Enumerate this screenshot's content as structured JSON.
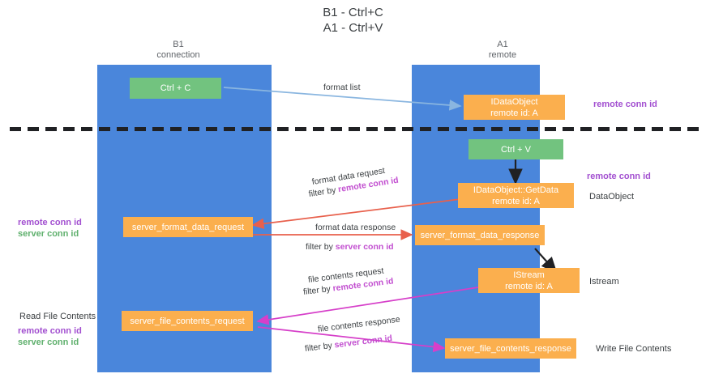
{
  "title": {
    "line1": "B1 - Ctrl+C",
    "line2": "A1 - Ctrl+V"
  },
  "columns": [
    {
      "name": "B1",
      "sub": "connection"
    },
    {
      "name": "A1",
      "sub": "remote"
    }
  ],
  "nodes": {
    "ctrl_c": {
      "label": "Ctrl + C",
      "sub": ""
    },
    "idataobject_top": {
      "label": "IDataObject",
      "sub": "remote id: A"
    },
    "ctrl_v": {
      "label": "Ctrl + V",
      "sub": ""
    },
    "getdata": {
      "label": "IDataObject::GetData",
      "sub": "remote id: A"
    },
    "fmt_req": {
      "label": "server_format_data_request",
      "sub": ""
    },
    "fmt_resp": {
      "label": "server_format_data_response",
      "sub": ""
    },
    "istream": {
      "label": "IStream",
      "sub": "remote id: A"
    },
    "file_req": {
      "label": "server_file_contents_request",
      "sub": ""
    },
    "file_resp": {
      "label": "server_file_contents_response",
      "sub": ""
    }
  },
  "edge_labels": {
    "format_list": "format list",
    "format_data_request": "format data request",
    "format_data_req_filter_prefix": "filter by ",
    "format_data_req_filter_key": "remote conn id",
    "format_data_response": "format data response",
    "format_data_resp_filter_prefix": "filter by ",
    "format_data_resp_filter_key": "server conn id",
    "file_contents_request": "file contents request",
    "file_req_filter_prefix": "filter by ",
    "file_req_filter_key": "remote conn id",
    "file_contents_response": "file contents response",
    "file_resp_filter_prefix": "filter by ",
    "file_resp_filter_key": "server conn id"
  },
  "annotations": {
    "left_mid_remote": "remote conn id",
    "left_mid_server": "server conn id",
    "left_read_file": "Read File Contents",
    "left_low_remote": "remote conn id",
    "left_low_server": "server conn id",
    "right_top_remote": "remote conn id",
    "right_mid_remote": "remote conn id",
    "right_dataobject": "DataObject",
    "right_istream": "Istream",
    "right_write_file": "Write File Contents"
  },
  "colors": {
    "lane": "#4a86db",
    "green_node": "#72c37f",
    "orange_node": "#fbaf4e",
    "purple_text": "#a24fd0",
    "green_text": "#5fb06d",
    "red_arrow": "#e8604c",
    "magenta_arrow": "#d63fc9",
    "blue_arrow": "#8ab6e0",
    "black_arrow": "#202124",
    "divider": "#202124"
  }
}
